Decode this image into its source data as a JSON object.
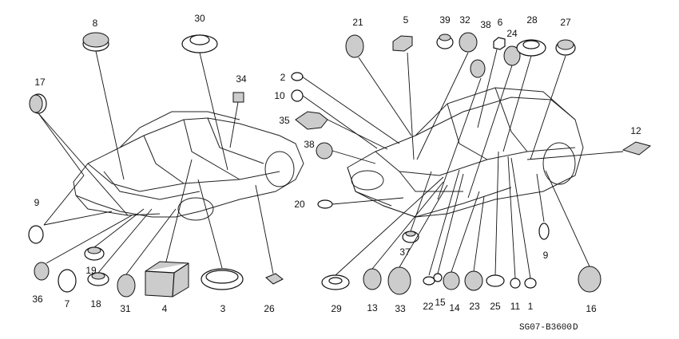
{
  "diagram_code": "SG07-B3600",
  "diagram_code_suffix": "D",
  "callouts": [
    "1",
    "2",
    "3",
    "4",
    "5",
    "6",
    "7",
    "8",
    "9",
    "9",
    "10",
    "11",
    "12",
    "13",
    "14",
    "15",
    "16",
    "17",
    "18",
    "19",
    "20",
    "21",
    "22",
    "23",
    "24",
    "25",
    "26",
    "27",
    "28",
    "29",
    "30",
    "31",
    "32",
    "33",
    "34",
    "35",
    "36",
    "37",
    "38",
    "38",
    "39"
  ]
}
